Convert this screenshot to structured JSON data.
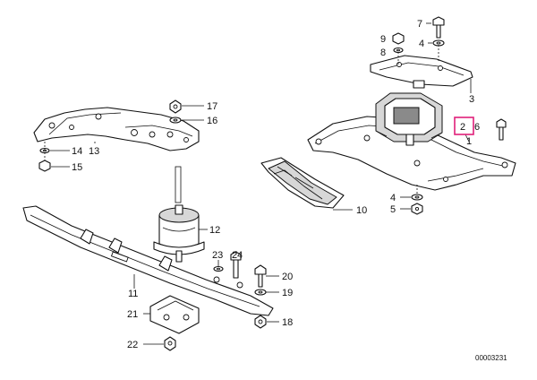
{
  "diagram": {
    "reference_number": "00003231",
    "highlight_color": "#e0207a",
    "labels": {
      "l1": "1",
      "l2": "2",
      "l3": "3",
      "l4a": "4",
      "l4b": "4",
      "l5": "5",
      "l6": "6",
      "l7": "7",
      "l8": "8",
      "l9": "9",
      "l10": "10",
      "l11": "11",
      "l12": "12",
      "l13": "13",
      "l14": "14",
      "l15": "15",
      "l16": "16",
      "l17": "17",
      "l18": "18",
      "l19": "19",
      "l20": "20",
      "l21": "21",
      "l22": "22",
      "l23": "23",
      "l24": "24"
    }
  }
}
